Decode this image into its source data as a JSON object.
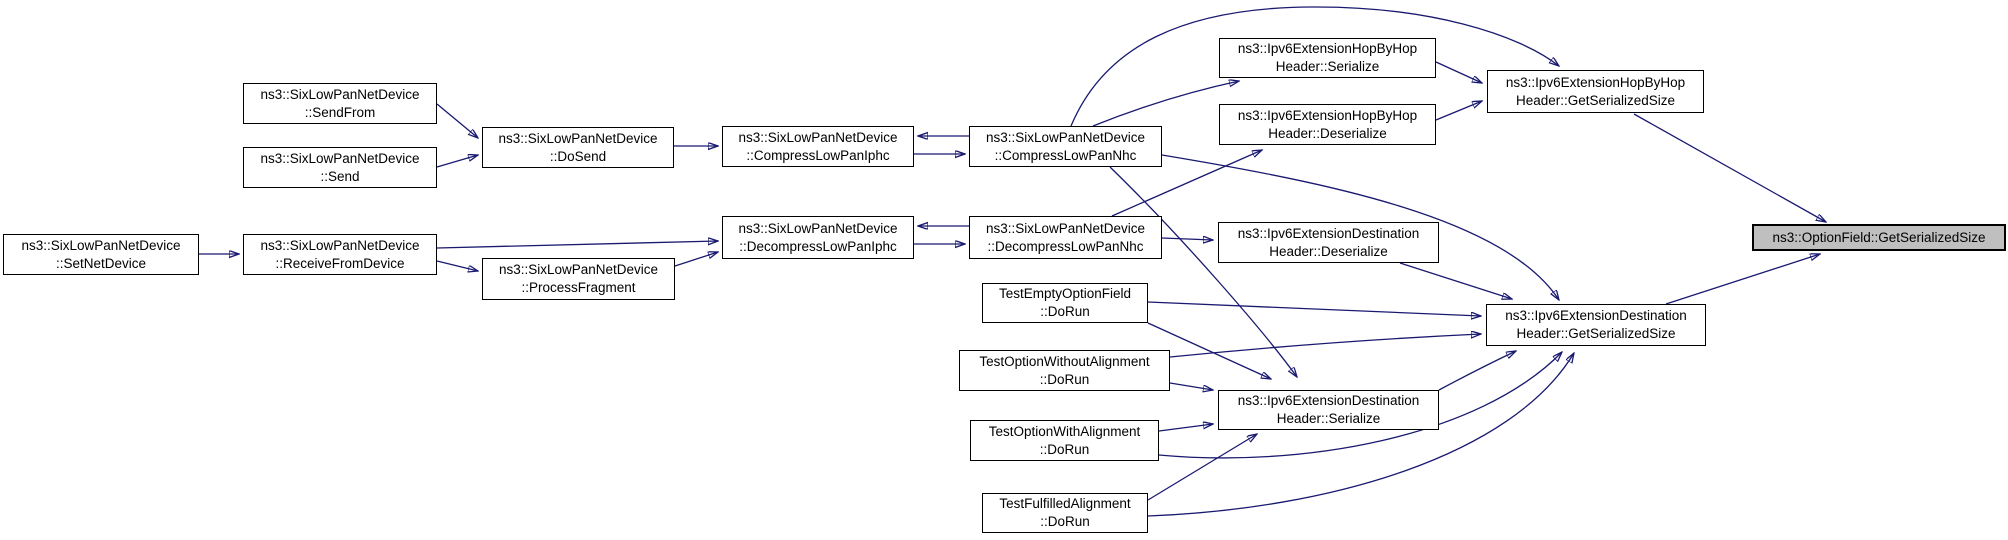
{
  "diagram_type": "doxygen-caller-graph",
  "colors": {
    "background": "#ffffff",
    "edge": "#191970",
    "node_border": "#000000",
    "node_fill": "#ffffff",
    "highlight_fill": "#bfbfbf",
    "text": "#000000"
  },
  "nodes": {
    "setnetdevice": {
      "l1": "ns3::SixLowPanNetDevice",
      "l2": "::SetNetDevice"
    },
    "sendfrom": {
      "l1": "ns3::SixLowPanNetDevice",
      "l2": "::SendFrom"
    },
    "send": {
      "l1": "ns3::SixLowPanNetDevice",
      "l2": "::Send"
    },
    "receivefromdevice": {
      "l1": "ns3::SixLowPanNetDevice",
      "l2": "::ReceiveFromDevice"
    },
    "dosend": {
      "l1": "ns3::SixLowPanNetDevice",
      "l2": "::DoSend"
    },
    "processfragment": {
      "l1": "ns3::SixLowPanNetDevice",
      "l2": "::ProcessFragment"
    },
    "compressiphc": {
      "l1": "ns3::SixLowPanNetDevice",
      "l2": "::CompressLowPanIphc"
    },
    "decompressiphc": {
      "l1": "ns3::SixLowPanNetDevice",
      "l2": "::DecompressLowPanIphc"
    },
    "compressnhc": {
      "l1": "ns3::SixLowPanNetDevice",
      "l2": "::CompressLowPanNhc"
    },
    "decompressnhc": {
      "l1": "ns3::SixLowPanNetDevice",
      "l2": "::DecompressLowPanNhc"
    },
    "hbhserialize": {
      "l1": "ns3::Ipv6ExtensionHopByHop",
      "l2": "Header::Serialize"
    },
    "hbhdeserialize": {
      "l1": "ns3::Ipv6ExtensionHopByHop",
      "l2": "Header::Deserialize"
    },
    "hbhgetsize": {
      "l1": "ns3::Ipv6ExtensionHopByHop",
      "l2": "Header::GetSerializedSize"
    },
    "destdeserialize": {
      "l1": "ns3::Ipv6ExtensionDestination",
      "l2": "Header::Deserialize"
    },
    "destserialize": {
      "l1": "ns3::Ipv6ExtensionDestination",
      "l2": "Header::Serialize"
    },
    "destgetsize": {
      "l1": "ns3::Ipv6ExtensionDestination",
      "l2": "Header::GetSerializedSize"
    },
    "optionfield": {
      "l1": "ns3::OptionField::GetSerializedSize"
    },
    "testempty": {
      "l1": "TestEmptyOptionField",
      "l2": "::DoRun"
    },
    "testwithout": {
      "l1": "TestOptionWithoutAlignment",
      "l2": "::DoRun"
    },
    "testwith": {
      "l1": "TestOptionWithAlignment",
      "l2": "::DoRun"
    },
    "testfulfilled": {
      "l1": "TestFulfilledAlignment",
      "l2": "::DoRun"
    }
  },
  "edges": [
    {
      "from": "sendfrom",
      "to": "dosend"
    },
    {
      "from": "send",
      "to": "dosend"
    },
    {
      "from": "dosend",
      "to": "compressiphc"
    },
    {
      "from": "compressiphc",
      "to": "compressnhc"
    },
    {
      "from": "compressnhc",
      "to": "compressiphc"
    },
    {
      "from": "setnetdevice",
      "to": "receivefromdevice"
    },
    {
      "from": "receivefromdevice",
      "to": "decompressiphc"
    },
    {
      "from": "receivefromdevice",
      "to": "processfragment"
    },
    {
      "from": "processfragment",
      "to": "decompressiphc"
    },
    {
      "from": "decompressiphc",
      "to": "decompressnhc"
    },
    {
      "from": "decompressnhc",
      "to": "decompressiphc"
    },
    {
      "from": "compressnhc",
      "to": "hbhserialize"
    },
    {
      "from": "compressnhc",
      "to": "hbhgetsize"
    },
    {
      "from": "compressnhc",
      "to": "destserialize"
    },
    {
      "from": "compressnhc",
      "to": "destgetsize"
    },
    {
      "from": "decompressnhc",
      "to": "hbhdeserialize"
    },
    {
      "from": "decompressnhc",
      "to": "destdeserialize"
    },
    {
      "from": "hbhserialize",
      "to": "hbhgetsize"
    },
    {
      "from": "hbhdeserialize",
      "to": "hbhgetsize"
    },
    {
      "from": "destdeserialize",
      "to": "destgetsize"
    },
    {
      "from": "destserialize",
      "to": "destgetsize"
    },
    {
      "from": "testempty",
      "to": "destserialize"
    },
    {
      "from": "testempty",
      "to": "destgetsize"
    },
    {
      "from": "testwithout",
      "to": "destserialize"
    },
    {
      "from": "testwithout",
      "to": "destgetsize"
    },
    {
      "from": "testwith",
      "to": "destserialize"
    },
    {
      "from": "testwith",
      "to": "destgetsize"
    },
    {
      "from": "testfulfilled",
      "to": "destserialize"
    },
    {
      "from": "testfulfilled",
      "to": "destgetsize"
    },
    {
      "from": "hbhgetsize",
      "to": "optionfield"
    },
    {
      "from": "destgetsize",
      "to": "optionfield"
    }
  ]
}
